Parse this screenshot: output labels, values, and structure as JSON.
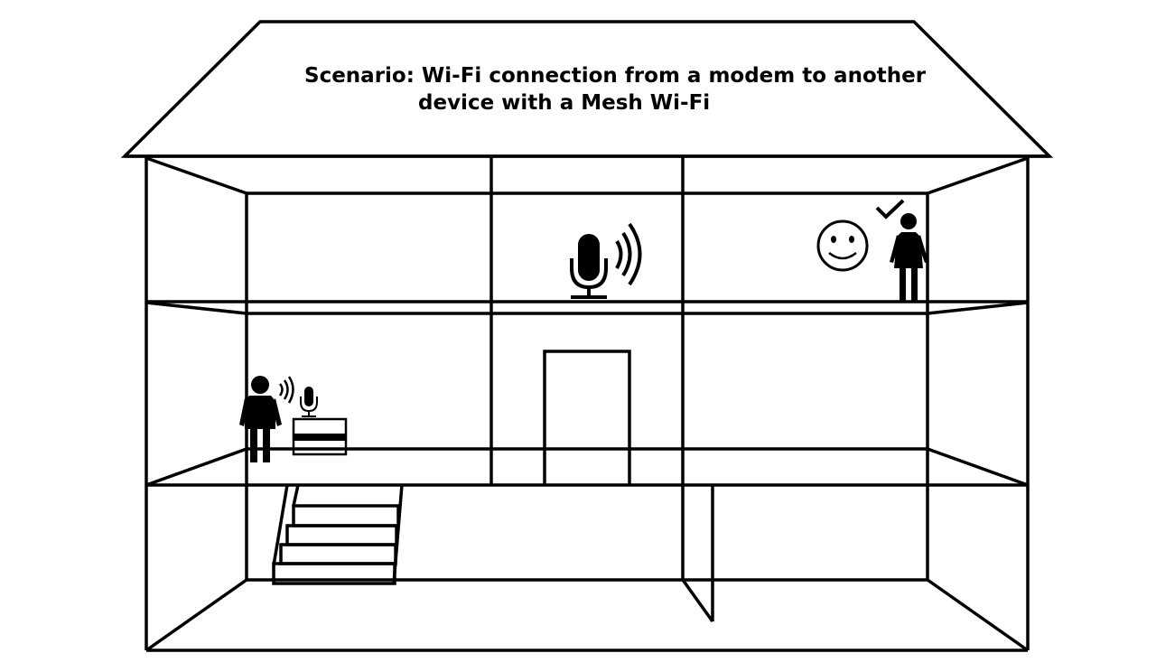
{
  "scenario": {
    "title_line_1": "Scenario: Wi-Fi connection from a modem to another",
    "title_line_2": "device with a Mesh Wi-Fi"
  },
  "colors": {
    "ink": "#000000",
    "background": "#ffffff"
  },
  "icons": [
    "house-outline",
    "microphone-icon",
    "sound-waves-icon",
    "person-icon",
    "smart-speaker-icon",
    "modem-icon",
    "smiley-face-icon",
    "checkmark-icon",
    "woman-icon",
    "staircase",
    "doorway"
  ]
}
